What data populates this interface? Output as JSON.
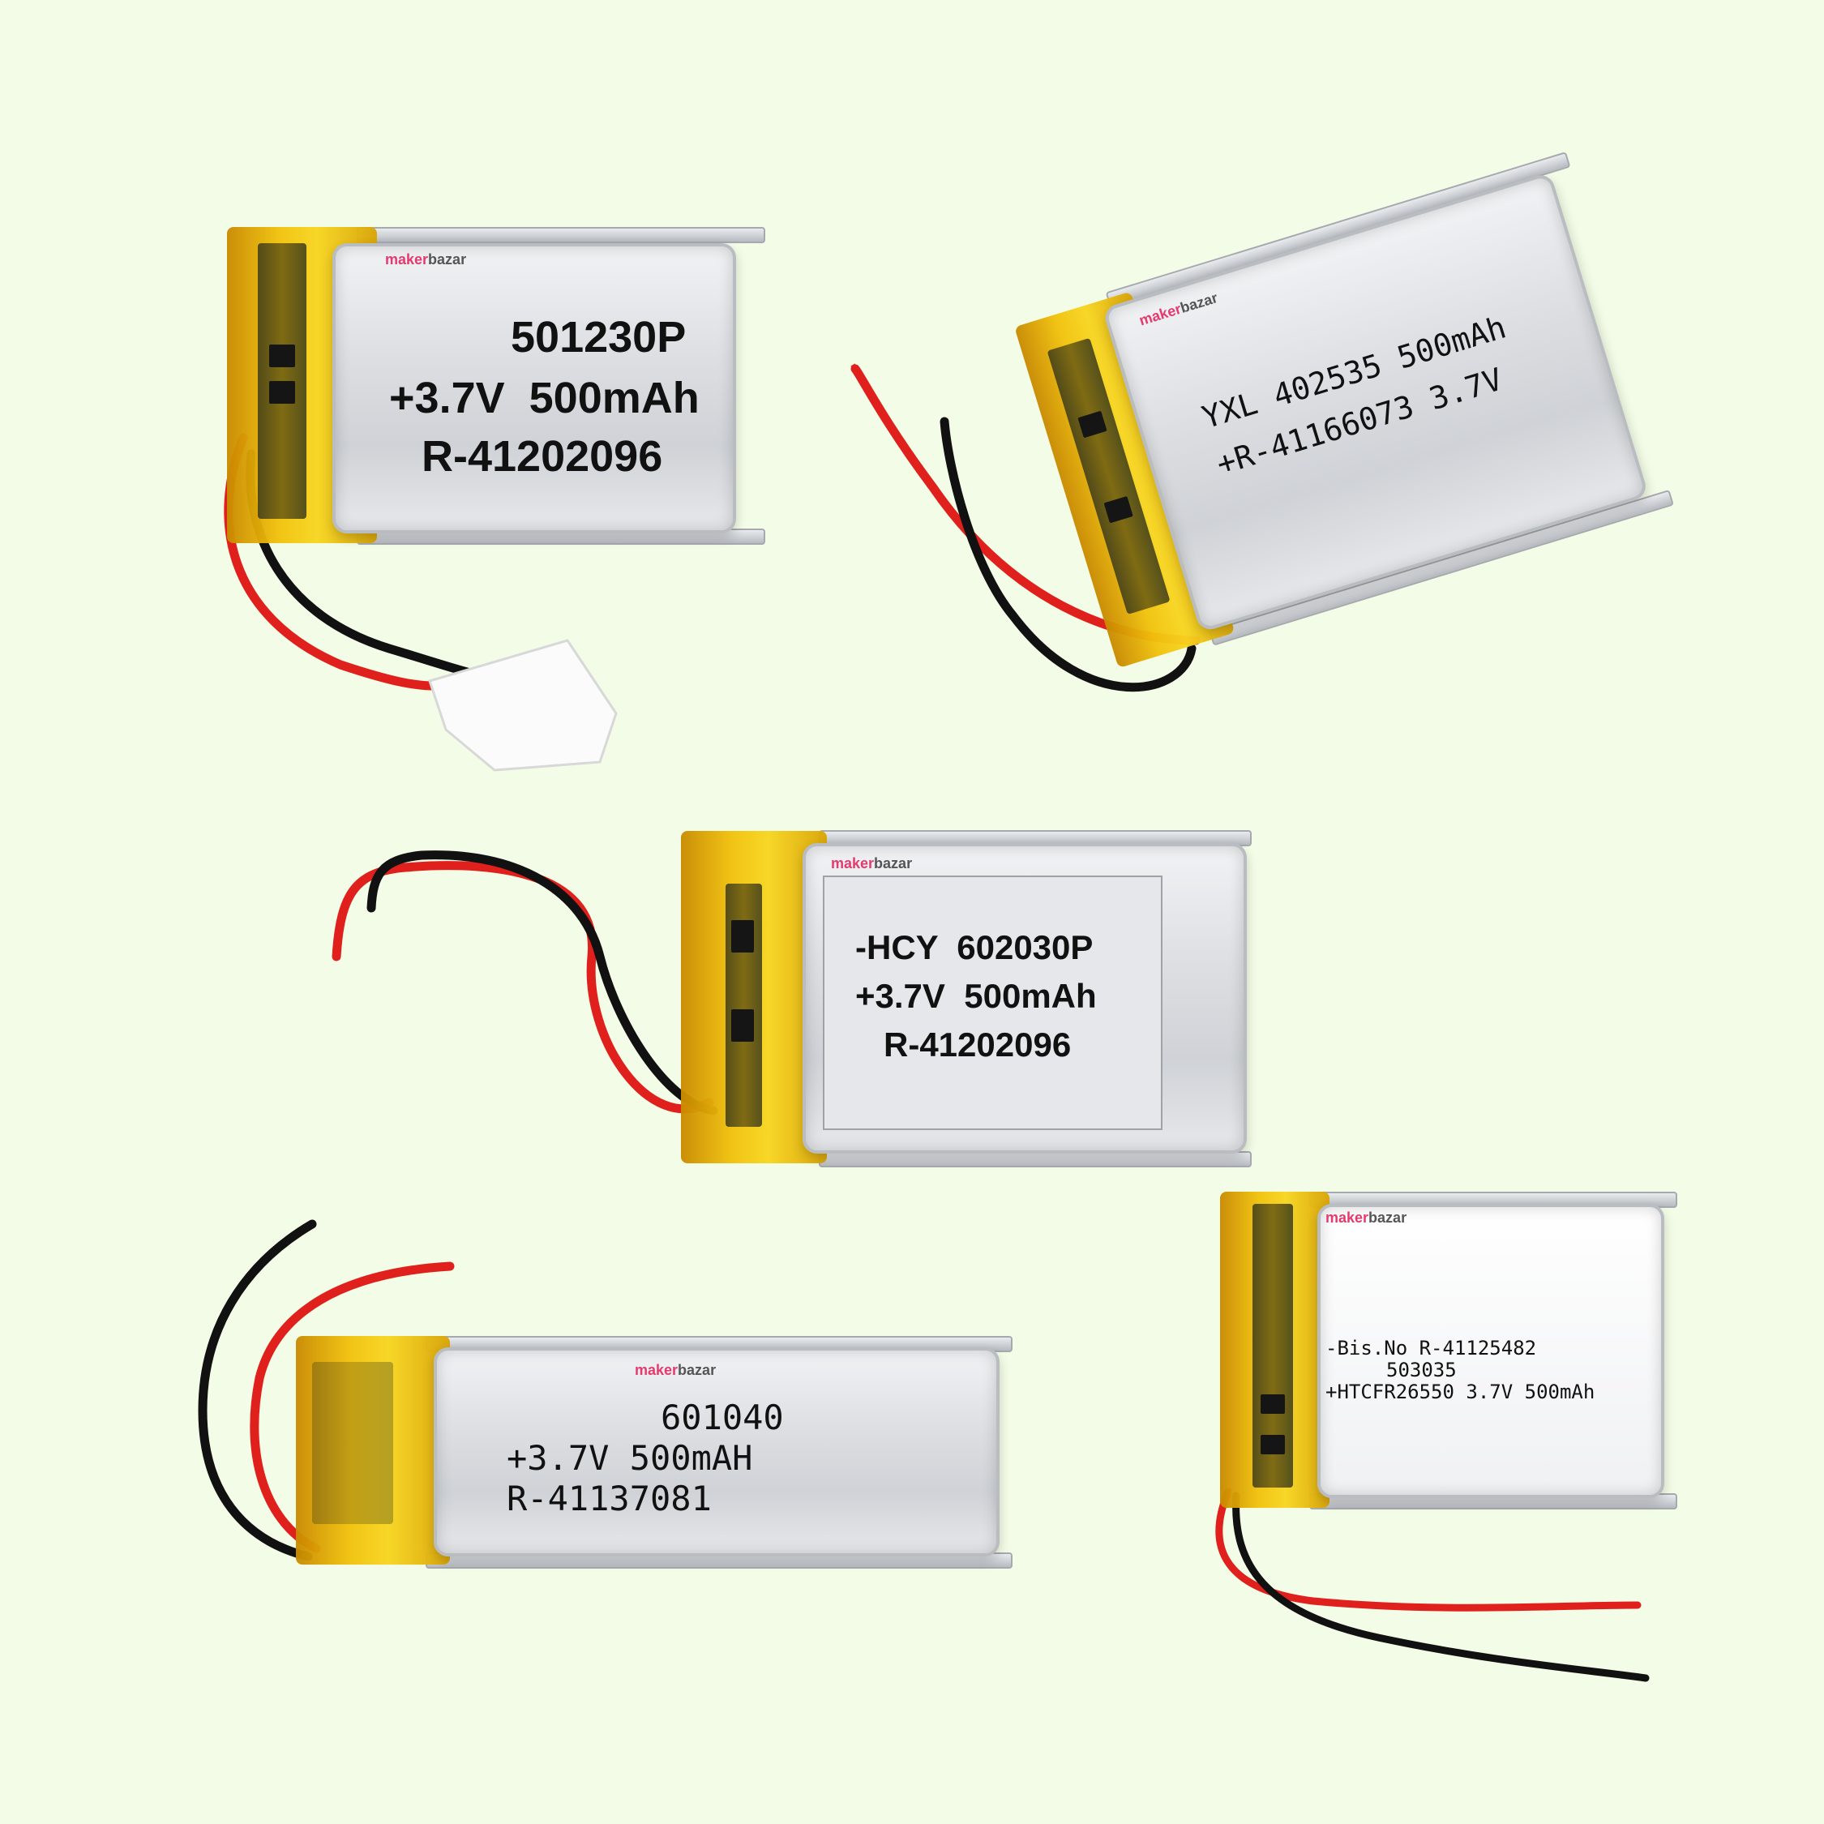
{
  "brand": {
    "maker": "maker",
    "bazar": "bazar"
  },
  "batteries": [
    {
      "lines": [
        "501230P",
        "+3.7V  500mAh",
        "R-41202096"
      ]
    },
    {
      "lines": [
        "YXL 402535 500mAh",
        "+R-41166073 3.7V"
      ]
    },
    {
      "lines": [
        "-HCY  602030P",
        "+3.7V  500mAh",
        "R-41202096"
      ]
    },
    {
      "lines": [
        "601040",
        "+3.7V 500mAH",
        "R-41137081"
      ]
    },
    {
      "lines": [
        "-Bis.No R-41125482",
        "503035",
        "+HTCFR26550 3.7V 500mAh"
      ]
    }
  ],
  "colors": {
    "background": "#f3fce6",
    "tape": "#f1c20c",
    "wire_red": "#e0201c",
    "wire_black": "#111111"
  }
}
